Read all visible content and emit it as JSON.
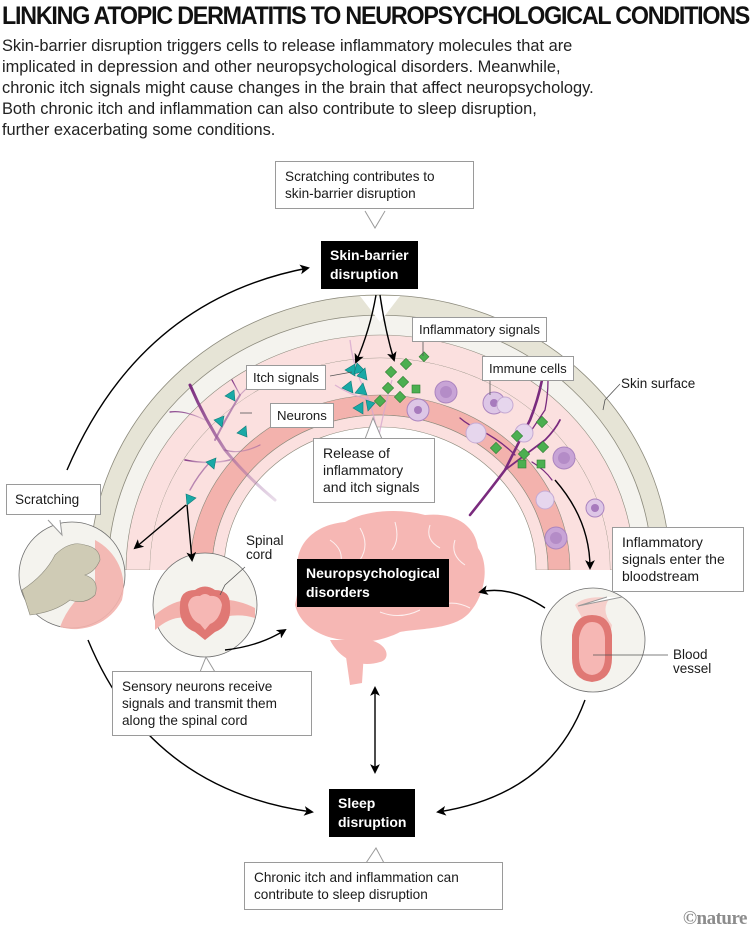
{
  "title": "LINKING ATOPIC DERMATITIS TO NEUROPSYCHOLOGICAL CONDITIONS",
  "intro_lines": [
    "Skin-barrier disruption triggers cells to release inflammatory molecules that are",
    "implicated in depression and other neuropsychological disorders. Meanwhile,",
    "chronic itch signals might cause changes in the brain that affect neuropsychology.",
    "Both chronic itch and inflammation can also contribute to sleep disruption,",
    "further exacerbating some conditions."
  ],
  "nodes": {
    "skin_barrier": [
      "Skin-barrier",
      "disruption"
    ],
    "neuro": [
      "Neuropsychological",
      "disorders"
    ],
    "sleep": [
      "Sleep",
      "disruption"
    ]
  },
  "callouts": {
    "scratching_contributes": [
      "Scratching contributes to",
      "skin-barrier disruption"
    ],
    "release": [
      "Release of",
      "inflammatory",
      "and itch signals"
    ],
    "scratching": [
      "Scratching"
    ],
    "sensory": [
      "Sensory neurons receive",
      "signals and transmit them",
      "along the spinal cord"
    ],
    "bloodstream": [
      "Inflammatory",
      "signals enter the",
      "bloodstream"
    ],
    "sleep_note": [
      "Chronic itch and inflammation can",
      "contribute to sleep disruption"
    ]
  },
  "labels": {
    "inflammatory_signals": "Inflammatory signals",
    "itch_signals": "Itch signals",
    "immune_cells": "Immune cells",
    "neurons": "Neurons",
    "skin_surface": "Skin surface",
    "spinal_cord": [
      "Spinal",
      "cord"
    ],
    "blood_vessel": [
      "Blood",
      "vessel"
    ]
  },
  "colors": {
    "skin_outer": "#e6e4d6",
    "skin_inner": "#f4f3ee",
    "dermis": "#fbe0df",
    "vessel_band": "#f3b2ad",
    "brain": "#f6b7b4",
    "neuron": "#7a2b7e",
    "itch_signal": "#19a9a6",
    "inflammatory_signal": "#4caf50",
    "immune_cell": "#c8a4d6"
  },
  "credit": "©nature"
}
